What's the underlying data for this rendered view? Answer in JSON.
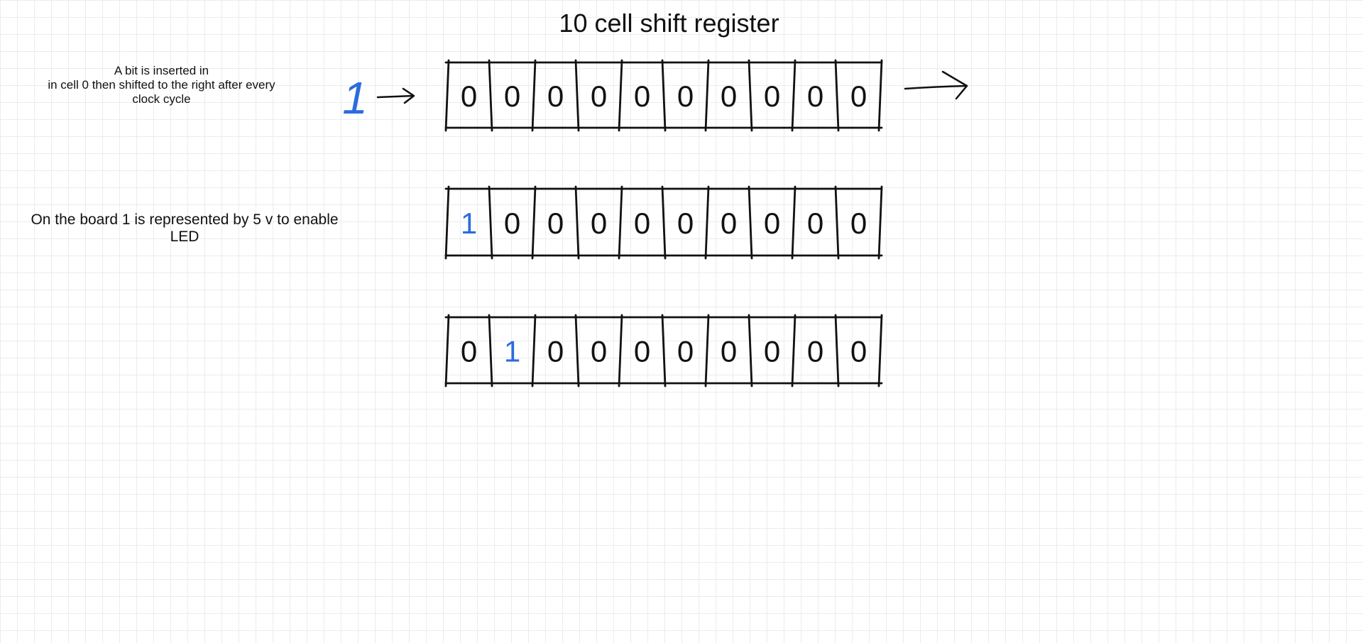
{
  "title": "10 cell shift register",
  "notes": {
    "insertion": [
      "A bit is inserted in",
      "in cell 0 then shifted to the right after every",
      "clock cycle"
    ],
    "board": [
      "On the board  1 is represented by 5 v to enable",
      "LED"
    ]
  },
  "input_bit": "1",
  "registers": [
    {
      "cells": [
        "0",
        "0",
        "0",
        "0",
        "0",
        "0",
        "0",
        "0",
        "0",
        "0"
      ]
    },
    {
      "cells": [
        "1",
        "0",
        "0",
        "0",
        "0",
        "0",
        "0",
        "0",
        "0",
        "0"
      ]
    },
    {
      "cells": [
        "0",
        "1",
        "0",
        "0",
        "0",
        "0",
        "0",
        "0",
        "0",
        "0"
      ]
    }
  ],
  "colors": {
    "ink": "#111111",
    "highlight": "#2b6be0",
    "grid": "#e9ecef"
  },
  "icons": [
    "input-arrow-icon",
    "output-arrow-icon"
  ]
}
